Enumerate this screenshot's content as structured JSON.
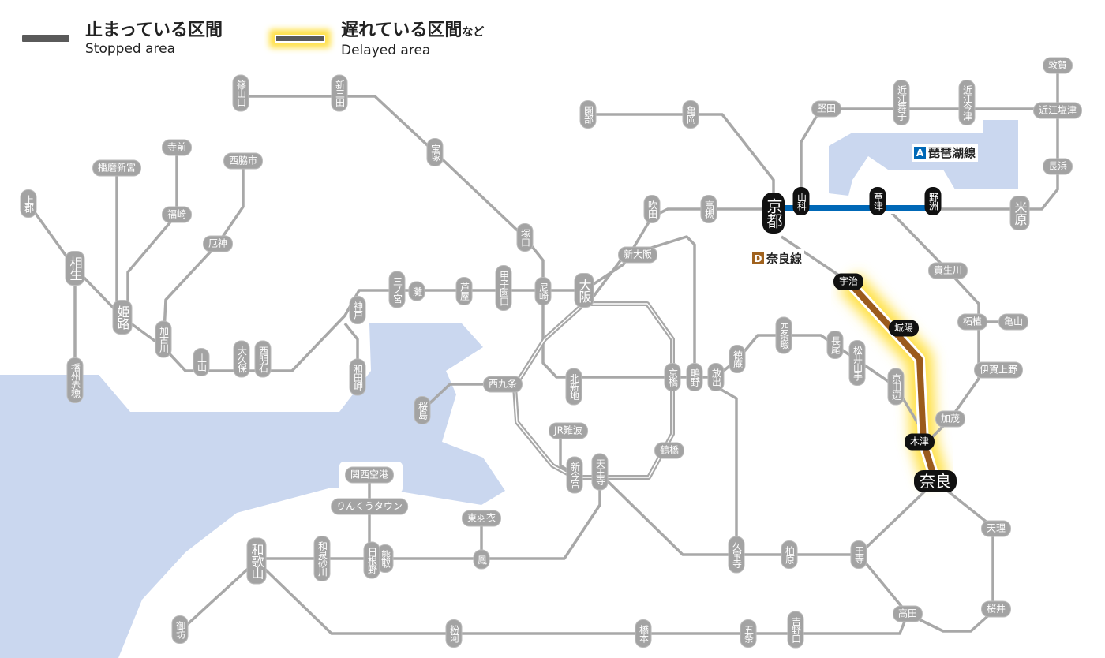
{
  "legend": {
    "stopped": {
      "jp": "止まっている区間",
      "en": "Stopped area"
    },
    "delayed": {
      "jp": "遅れている区間",
      "jp_suffix": "など",
      "en": "Delayed area"
    }
  },
  "line_tags": [
    {
      "letter": "A",
      "name": "琵琶湖線",
      "color": "#0068b7"
    },
    {
      "letter": "D",
      "name": "奈良線",
      "color": "#a0621e"
    }
  ],
  "colors": {
    "line": "#a8a8a8",
    "water": "#cad7ef",
    "biwako": "#0068b7",
    "nara": "#9b5b1c",
    "glow": "#ffe14a"
  },
  "stations": [
    {
      "name": "篠山口"
    },
    {
      "name": "新三田"
    },
    {
      "name": "宝塚"
    },
    {
      "name": "塚口"
    },
    {
      "name": "尼崎"
    },
    {
      "name": "甲子園口"
    },
    {
      "name": "芦屋"
    },
    {
      "name": "灘"
    },
    {
      "name": "三ノ宮"
    },
    {
      "name": "神戸"
    },
    {
      "name": "和田岬"
    },
    {
      "name": "西明石"
    },
    {
      "name": "大久保"
    },
    {
      "name": "土山"
    },
    {
      "name": "加古川"
    },
    {
      "name": "姫路"
    },
    {
      "name": "相生"
    },
    {
      "name": "上郡"
    },
    {
      "name": "播州赤穂"
    },
    {
      "name": "播磨新宮"
    },
    {
      "name": "寺前"
    },
    {
      "name": "福崎"
    },
    {
      "name": "西脇市"
    },
    {
      "name": "厄神"
    },
    {
      "name": "大阪"
    },
    {
      "name": "新大阪"
    },
    {
      "name": "吹田"
    },
    {
      "name": "高槻"
    },
    {
      "name": "京都",
      "status": "delayed"
    },
    {
      "name": "山科",
      "status": "delayed"
    },
    {
      "name": "草津",
      "status": "delayed"
    },
    {
      "name": "野洲",
      "status": "delayed"
    },
    {
      "name": "米原"
    },
    {
      "name": "長浜"
    },
    {
      "name": "近江塩津"
    },
    {
      "name": "敦賀"
    },
    {
      "name": "近江今津"
    },
    {
      "name": "近江舞子"
    },
    {
      "name": "堅田"
    },
    {
      "name": "園部"
    },
    {
      "name": "亀岡"
    },
    {
      "name": "宇治",
      "status": "delayed"
    },
    {
      "name": "城陽",
      "status": "delayed"
    },
    {
      "name": "木津",
      "status": "delayed"
    },
    {
      "name": "奈良",
      "status": "delayed"
    },
    {
      "name": "加茂"
    },
    {
      "name": "京田辺"
    },
    {
      "name": "松井山手"
    },
    {
      "name": "長尾"
    },
    {
      "name": "四条畷"
    },
    {
      "name": "徳庵"
    },
    {
      "name": "放出"
    },
    {
      "name": "鴫野"
    },
    {
      "name": "京橋"
    },
    {
      "name": "北新地"
    },
    {
      "name": "西九条"
    },
    {
      "name": "桜島"
    },
    {
      "name": "JR難波"
    },
    {
      "name": "鶴橋"
    },
    {
      "name": "新今宮"
    },
    {
      "name": "天王寺"
    },
    {
      "name": "関西空港"
    },
    {
      "name": "りんくうタウン"
    },
    {
      "name": "東羽衣"
    },
    {
      "name": "鳳"
    },
    {
      "name": "熊取"
    },
    {
      "name": "日根野"
    },
    {
      "name": "和泉砂川"
    },
    {
      "name": "和歌山"
    },
    {
      "name": "御坊"
    },
    {
      "name": "粉河"
    },
    {
      "name": "橋本"
    },
    {
      "name": "五条"
    },
    {
      "name": "吉野口"
    },
    {
      "name": "久宝寺"
    },
    {
      "name": "柏原"
    },
    {
      "name": "王寺"
    },
    {
      "name": "高田"
    },
    {
      "name": "桜井"
    },
    {
      "name": "天理"
    },
    {
      "name": "伊賀上野"
    },
    {
      "name": "柘植"
    },
    {
      "name": "亀山"
    },
    {
      "name": "貴生川"
    }
  ]
}
